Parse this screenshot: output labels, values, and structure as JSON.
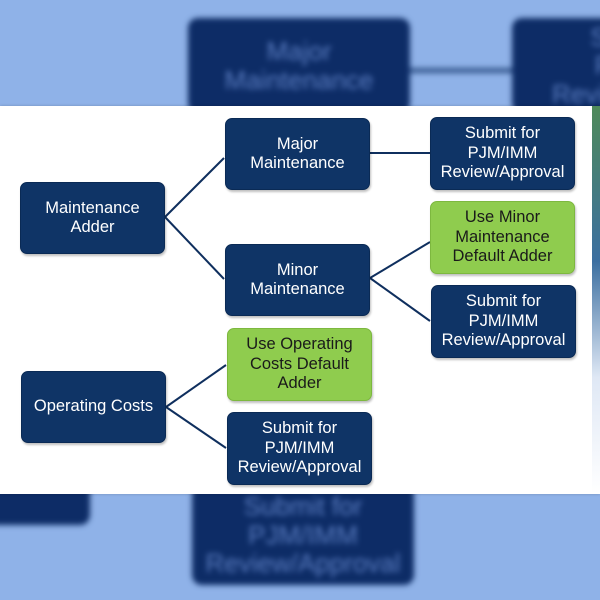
{
  "diagram": {
    "colors": {
      "primary_node": "#0f3466",
      "default_node": "#8fcc4e",
      "connector": "#0f2f5e",
      "backdrop": "#8fb2e8"
    },
    "roots": [
      {
        "id": "maintenance-adder",
        "label": "Maintenance\nAdder",
        "style": "blue"
      },
      {
        "id": "operating-costs",
        "label": "Operating Costs",
        "style": "blue"
      }
    ],
    "nodes": {
      "major_maintenance": {
        "label": "Major\nMaintenance",
        "style": "blue"
      },
      "minor_maintenance": {
        "label": "Minor\nMaintenance",
        "style": "blue"
      },
      "major_submit": {
        "label": "Submit for\nPJM/IMM\nReview/Approval",
        "style": "blue"
      },
      "minor_default": {
        "label": "Use Minor\nMaintenance\nDefault Adder",
        "style": "green"
      },
      "minor_submit": {
        "label": "Submit for\nPJM/IMM\nReview/Approval",
        "style": "blue"
      },
      "opcost_default": {
        "label": "Use Operating\nCosts Default\nAdder",
        "style": "green"
      },
      "opcost_submit": {
        "label": "Submit for\nPJM/IMM\nReview/Approval",
        "style": "blue"
      }
    },
    "edges": [
      [
        "Maintenance Adder",
        "Major Maintenance"
      ],
      [
        "Maintenance Adder",
        "Minor Maintenance"
      ],
      [
        "Major Maintenance",
        "Submit for PJM/IMM Review/Approval"
      ],
      [
        "Minor Maintenance",
        "Use Minor Maintenance Default Adder"
      ],
      [
        "Minor Maintenance",
        "Submit for PJM/IMM Review/Approval"
      ],
      [
        "Operating Costs",
        "Use Operating Costs Default Adder"
      ],
      [
        "Operating Costs",
        "Submit for PJM/IMM Review/Approval"
      ]
    ],
    "background_blurred": {
      "top_box": "Major\nMaintenance",
      "top_right_box": "Submit for\nPJM/IMM\nReview/Approval",
      "bottom_box": "Submit for\nPJM/IMM\nReview/Approval"
    }
  }
}
